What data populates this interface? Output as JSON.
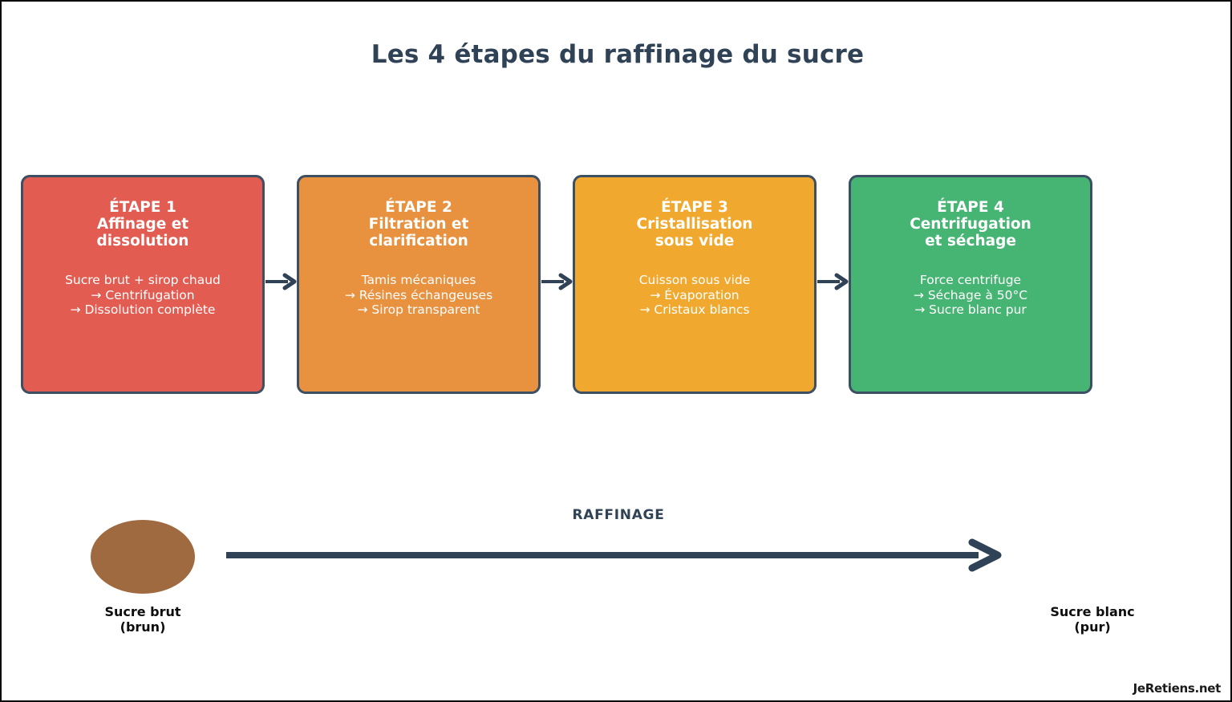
{
  "title": "Les 4 étapes du raffinage du sucre",
  "colors": {
    "border": "#3d4f63",
    "title_text": "#2f4256",
    "arrow": "#2f4256",
    "raw_sugar": "#a06a40",
    "step1": "#e25c52",
    "step2": "#e8913f",
    "step3": "#f0a92e",
    "step4": "#46b473",
    "card_text": "#ffffff",
    "label_text": "#0d0d0d",
    "page_background": "#ffffff",
    "frame": "#0a0a0a"
  },
  "steps": [
    {
      "color": "#e25c52",
      "heading_lines": [
        "ÉTAPE 1",
        "Affinage et",
        "dissolution"
      ],
      "body_lines": [
        "Sucre brut + sirop chaud",
        "→ Centrifugation",
        "→ Dissolution complète"
      ]
    },
    {
      "color": "#e8913f",
      "heading_lines": [
        "ÉTAPE 2",
        "Filtration et",
        "clarification"
      ],
      "body_lines": [
        "Tamis mécaniques",
        "→ Résines échangeuses",
        "→ Sirop transparent"
      ]
    },
    {
      "color": "#f0a92e",
      "heading_lines": [
        "ÉTAPE 3",
        "Cristallisation",
        "sous vide"
      ],
      "body_lines": [
        "Cuisson sous vide",
        "→ Évaporation",
        "→ Cristaux blancs"
      ]
    },
    {
      "color": "#46b473",
      "heading_lines": [
        "ÉTAPE 4",
        "Centrifugation",
        "et séchage"
      ],
      "body_lines": [
        "Force centrifuge",
        "→ Séchage à 50°C",
        "→ Sucre blanc pur"
      ]
    }
  ],
  "process": {
    "arrow_label": "RAFFINAGE",
    "start_label_lines": [
      "Sucre brut",
      "(brun)"
    ],
    "end_label_lines": [
      "Sucre blanc",
      "(pur)"
    ]
  },
  "watermark": "JeRetiens.net"
}
